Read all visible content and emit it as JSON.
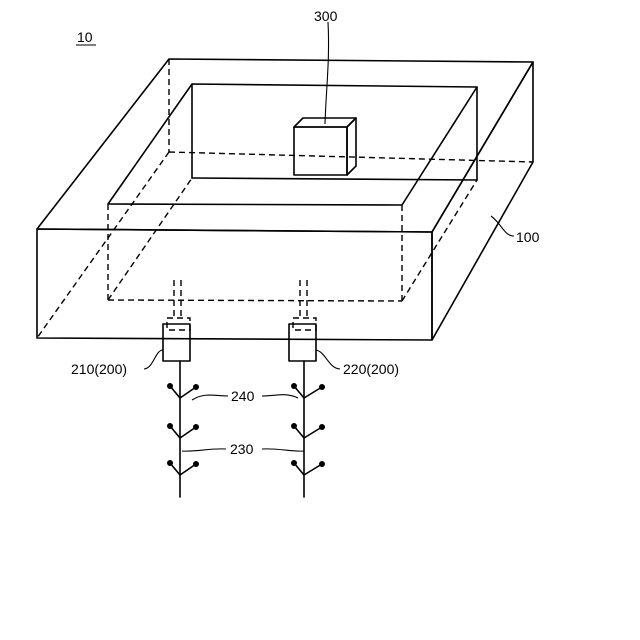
{
  "labels": {
    "figure_number": "10",
    "controller": "300",
    "container": "100",
    "left_unit": "210(200)",
    "right_unit": "220(200)",
    "branch_electrodes": "240",
    "main_electrodes": "230"
  },
  "colors": {
    "line": "#000000",
    "background": "#ffffff"
  }
}
